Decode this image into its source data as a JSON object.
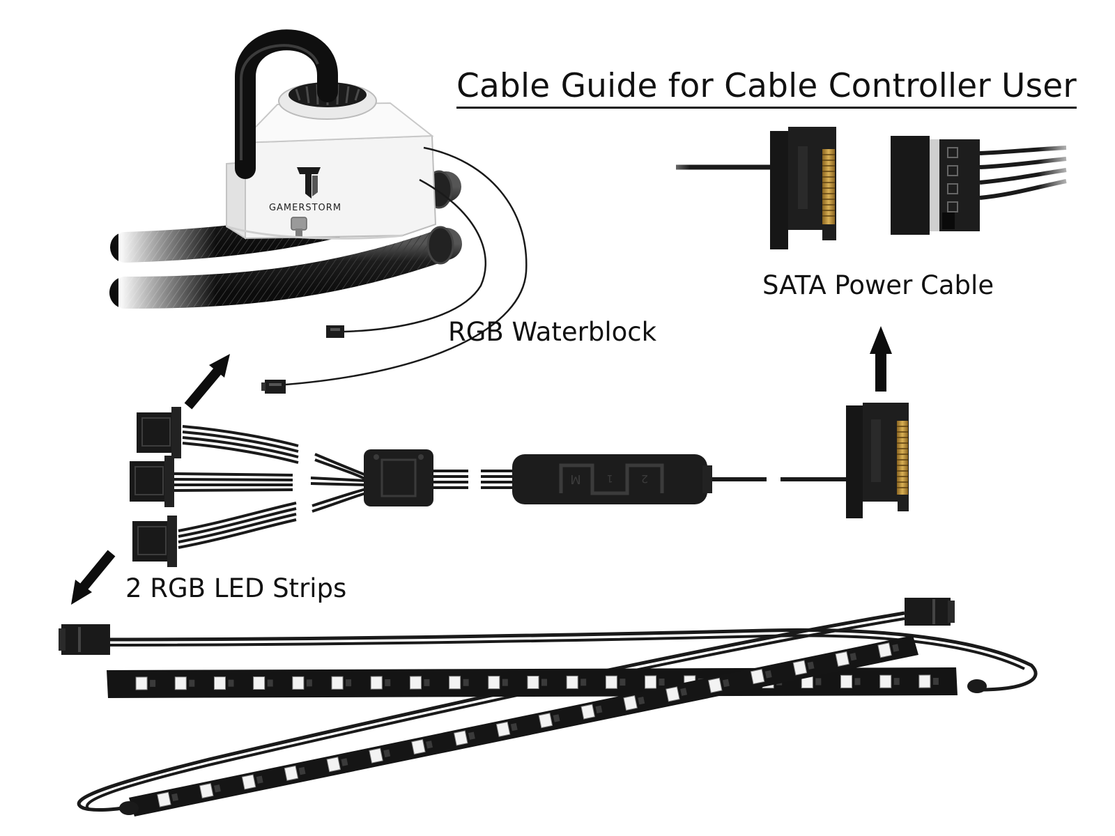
{
  "title": "Cable Guide for Cable Controller User",
  "labels": {
    "sata": "SATA Power Cable",
    "waterblock": "RGB Waterblock",
    "strips": "2 RGB LED Strips"
  },
  "pump": {
    "brand": "GAMERSTORM"
  },
  "controller": {
    "buttons": [
      "M",
      "1",
      "2"
    ]
  },
  "colors": {
    "cable": "#1a1a1a",
    "connector": "#1c1c1c",
    "pump_body": "#f2f2f2",
    "gold_pins": "#c59a3a",
    "led_strip": "#151515",
    "led": "#f3f3f3"
  }
}
